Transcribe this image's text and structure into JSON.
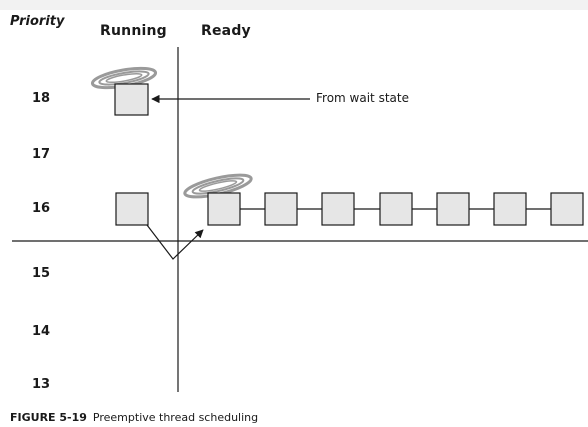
{
  "diagram": {
    "axis_title": "Priority",
    "columns": {
      "running": "Running",
      "ready": "Ready"
    },
    "priorities": [
      "18",
      "17",
      "16",
      "15",
      "14",
      "13"
    ],
    "annotation": "From wait state",
    "caption": {
      "figure": "FIGURE 5-19",
      "title": "Preemptive thread scheduling"
    },
    "ready_queue_length": 7,
    "icons": [
      "halo-icon",
      "arrow-icon"
    ]
  }
}
